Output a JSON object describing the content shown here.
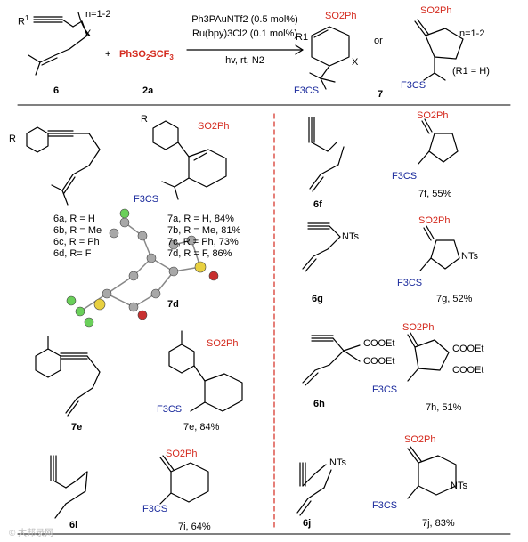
{
  "header": {
    "substrate_r": "R",
    "substrate_sup": "1",
    "substrate_n": "n=1-2",
    "substrate_x": "X",
    "plus": "+",
    "reagent": "PhSO",
    "reagent_sub": "2",
    "reagent_rest": "SCF",
    "reagent_sub2": "3",
    "cond1": "Ph3PAuNTf2 (0.5 mol%)",
    "cond2": "Ru(bpy)3Cl2 (0.1 mol%)",
    "cond3": "hv, rt, N2",
    "label_substrate": "6",
    "label_reagent": "2a",
    "label_product": "7",
    "or": "or",
    "prod_so2ph": "SO2Ph",
    "prod_r1": "R1",
    "prod_f3cs": "F3CS",
    "prod_x": "X",
    "prod_n": "n=1-2",
    "prod_note": "(R1 = H)"
  },
  "left": {
    "r_label": "R",
    "lines_6": [
      "6a, R = H",
      "6b, R = Me",
      "6c, R = Ph",
      "6d, R= F"
    ],
    "lines_7": [
      "7a, R = H, 84%",
      "7b, R = Me, 81%",
      "7c, R = Ph, 73%",
      "7d, R = F, 86%"
    ],
    "xray_label": "7d",
    "e_sub": "7e",
    "e_prod": "7e, 84%",
    "i_sub": "6i",
    "i_prod": "7i, 64%"
  },
  "right": {
    "f_sub": "6f",
    "f_prod": "7f, 55%",
    "g_sub": "6g",
    "g_prod": "7g, 52%",
    "h_sub": "6h",
    "h_prod": "7h, 51%",
    "j_sub": "6j",
    "j_prod": "7j, 83%",
    "nts": "NTs",
    "cooet": "COOEt"
  },
  "common": {
    "so2ph": "SO2Ph",
    "f3cs": "F3CS"
  },
  "watermark": "© 大邦录网"
}
